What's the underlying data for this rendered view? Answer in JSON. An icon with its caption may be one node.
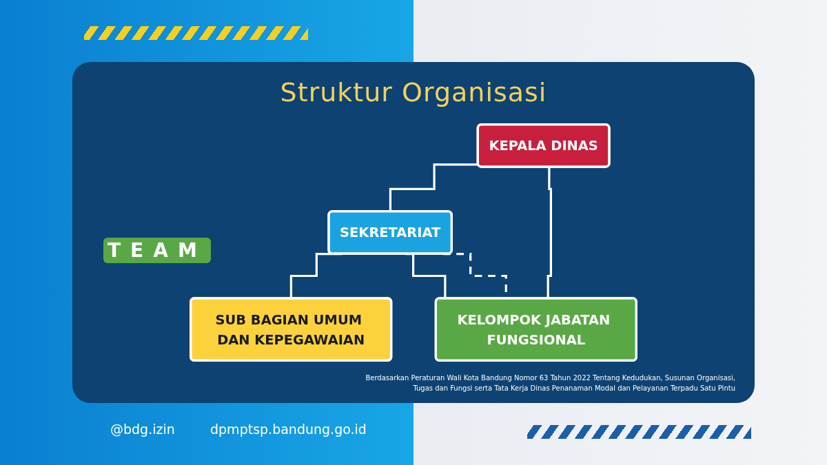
{
  "diagram": {
    "title": "Struktur Organisasi",
    "caption": "Berdasarkan Peraturan Wali Kota Bandung Nomor 63 Tahun 2022 Tentang Kedudukan, Susunan Organisasi, Tugas dan Fungsi serta Tata Kerja Dinas Penanaman Modal dan Pelayanan Terpadu Satu Pintu",
    "nodes": [
      {
        "text": [
          "KEPALA DINAS"
        ]
      },
      {
        "text": [
          "SEKRETARIAT"
        ]
      },
      {
        "text": [
          "SUB BAGIAN UMUM DAN KEPEGAWAIAN"
        ]
      },
      {
        "text": [
          "KELOMPOK JABATAN FUNGSIONAL"
        ]
      }
    ],
    "edges": [
      {
        "from": 0,
        "to": 1,
        "arrow": "none"
      },
      {
        "from": 0,
        "to": 3,
        "arrow": "none"
      },
      {
        "from": 1,
        "to": 2,
        "arrow": "none"
      },
      {
        "from": 1,
        "to": 3,
        "arrow": "none"
      },
      {
        "from": 1,
        "to": 3,
        "arrow": "none",
        "style": "dashed"
      }
    ],
    "labels": [
      "TEAM",
      "@bdg.izin",
      "dpmptsp.bandung.go.id"
    ]
  }
}
